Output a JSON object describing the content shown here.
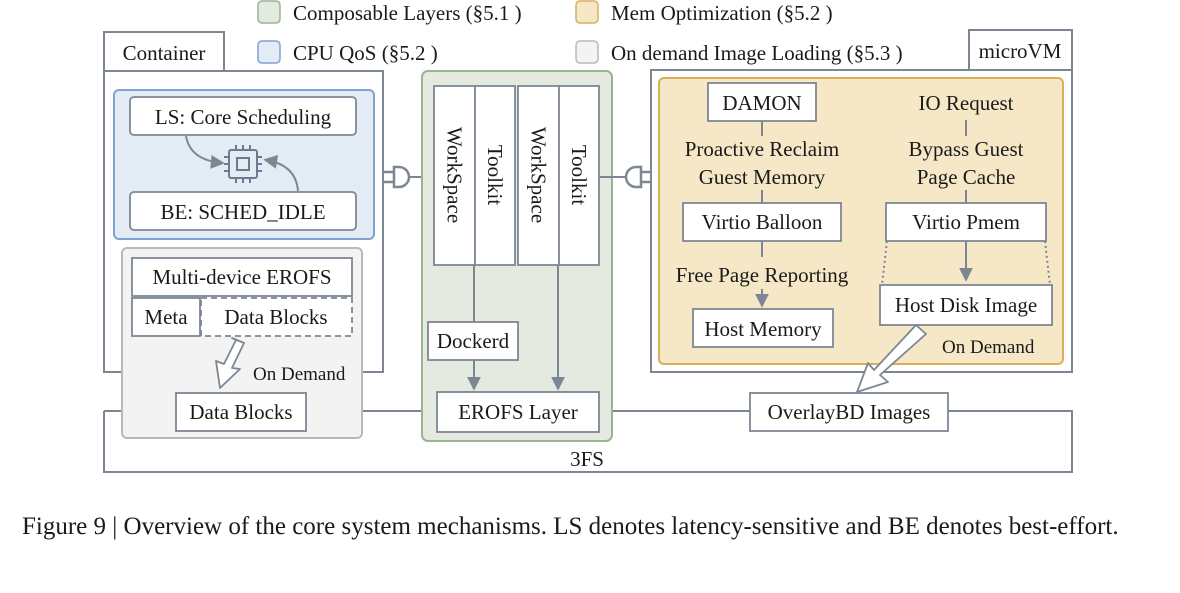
{
  "legend": {
    "composable": "Composable Layers (§5.1 )",
    "mem_opt": "Mem Optimization (§5.2 )",
    "cpu_qos": "CPU QoS  (§5.2 )",
    "on_demand": "On demand Image Loading (§5.3 )"
  },
  "container": {
    "label": "Container",
    "ls": "LS: Core Scheduling",
    "be": "BE: SCHED_IDLE",
    "erofs_title": "Multi-device EROFS",
    "meta": "Meta",
    "data_blocks": "Data Blocks",
    "on_demand": "On Demand",
    "data_blocks_local": "Data Blocks"
  },
  "center": {
    "workspace1": "WorkSpace",
    "toolkit1": "Toolkit",
    "workspace2": "WorkSpace",
    "toolkit2": "Toolkit",
    "dockerd": "Dockerd",
    "erofs_layer": "EROFS Layer"
  },
  "microvm": {
    "label": "microVM",
    "damon": "DAMON",
    "reclaim_line1": "Proactive Reclaim",
    "reclaim_line2": "Guest Memory",
    "virtio_balloon": "Virtio Balloon",
    "free_page": "Free Page Reporting",
    "host_memory": "Host Memory",
    "io_request": "IO Request",
    "bypass_line1": "Bypass Guest",
    "bypass_line2": "Page Cache",
    "virtio_pmem": "Virtio Pmem",
    "host_disk": "Host Disk Image",
    "on_demand": "On Demand"
  },
  "overlaybd": "OverlayBD Images",
  "threefs": "3FS",
  "caption": "Figure 9 | Overview of the core system mechanisms. LS denotes latency-sensitive and BE denotes best-effort.",
  "colors": {
    "line": "#7d8793",
    "composable_fill": "#e5eae1",
    "composable_stroke": "#9ab393",
    "mem_fill": "#f6e8c6",
    "mem_stroke": "#d7b05a",
    "cpu_fill": "#e3ebf5",
    "cpu_stroke": "#7fa2cf",
    "ondemand_fill": "#f3f3f3",
    "ondemand_stroke": "#b9b9b9"
  }
}
